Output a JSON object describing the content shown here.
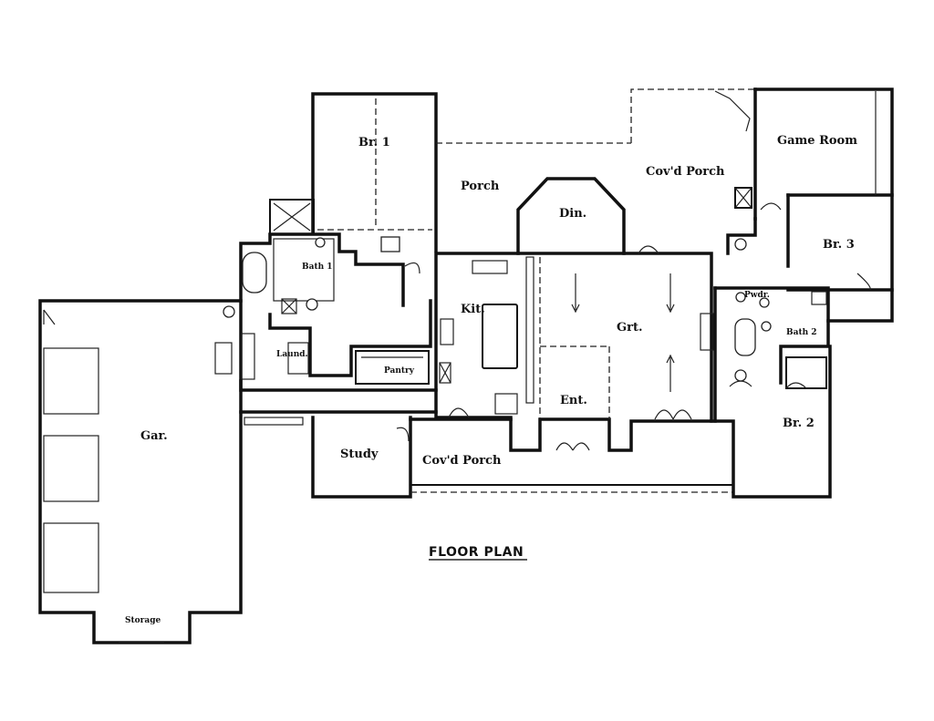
{
  "plan": {
    "title": "FLOOR PLAN",
    "rooms": {
      "br1": "Br. 1",
      "porch": "Porch",
      "covd_porch_rear": "Cov'd Porch",
      "game_room": "Game Room",
      "din": "Din.",
      "br3": "Br. 3",
      "bath1": "Bath 1",
      "kit": "Kit.",
      "grt": "Grt.",
      "pwdr": "Pwdr.",
      "bath2": "Bath 2",
      "laund": "Laund.",
      "pantry": "Pantry",
      "gar": "Gar.",
      "ent": "Ent.",
      "br2": "Br. 2",
      "study": "Study",
      "covd_porch_front": "Cov'd Porch",
      "storage": "Storage"
    }
  }
}
